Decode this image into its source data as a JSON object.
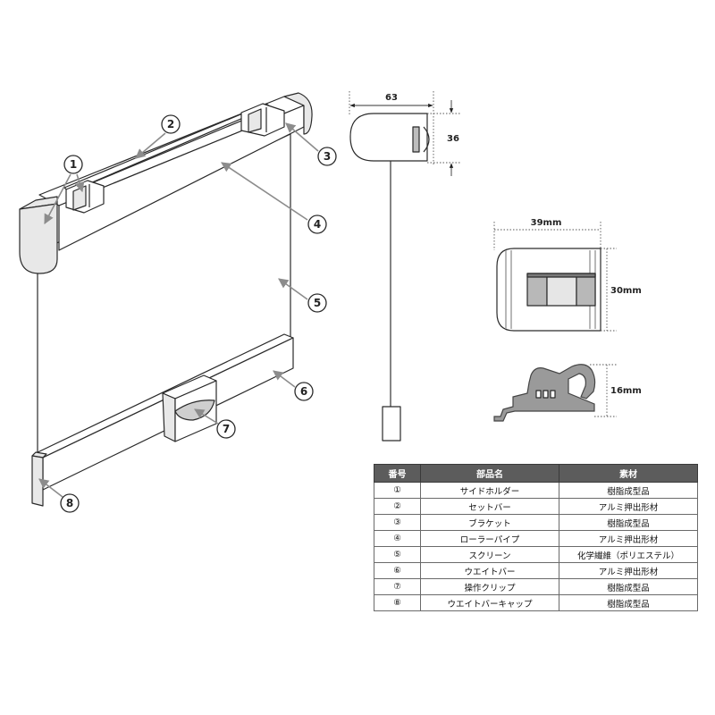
{
  "callouts": [
    "1",
    "2",
    "3",
    "4",
    "5",
    "6",
    "7",
    "8"
  ],
  "dimensions": {
    "holder_width": "63",
    "holder_height": "36",
    "bracket_width": "39mm",
    "bracket_height": "30mm",
    "bracket_profile_height": "16mm"
  },
  "table": {
    "headers": {
      "no": "番号",
      "name": "部品名",
      "material": "素材"
    },
    "rows": [
      {
        "no": "①",
        "name": "サイドホルダー",
        "material": "樹脂成型品"
      },
      {
        "no": "②",
        "name": "セットバー",
        "material": "アルミ押出形材"
      },
      {
        "no": "③",
        "name": "ブラケット",
        "material": "樹脂成型品"
      },
      {
        "no": "④",
        "name": "ローラーパイプ",
        "material": "アルミ押出形材"
      },
      {
        "no": "⑤",
        "name": "スクリーン",
        "material": "化学繊維（ポリエステル）"
      },
      {
        "no": "⑥",
        "name": "ウエイトバー",
        "material": "アルミ押出形材"
      },
      {
        "no": "⑦",
        "name": "操作クリップ",
        "material": "樹脂成型品"
      },
      {
        "no": "⑧",
        "name": "ウエイトバーキャップ",
        "material": "樹脂成型品"
      }
    ]
  },
  "colors": {
    "table_header_bg": "#5c5c5c",
    "table_header_text": "#ffffff",
    "leader_line": "#8c8c8c",
    "part_fill": "#e8e8e8",
    "profile_fill": "#9a9a9a"
  }
}
